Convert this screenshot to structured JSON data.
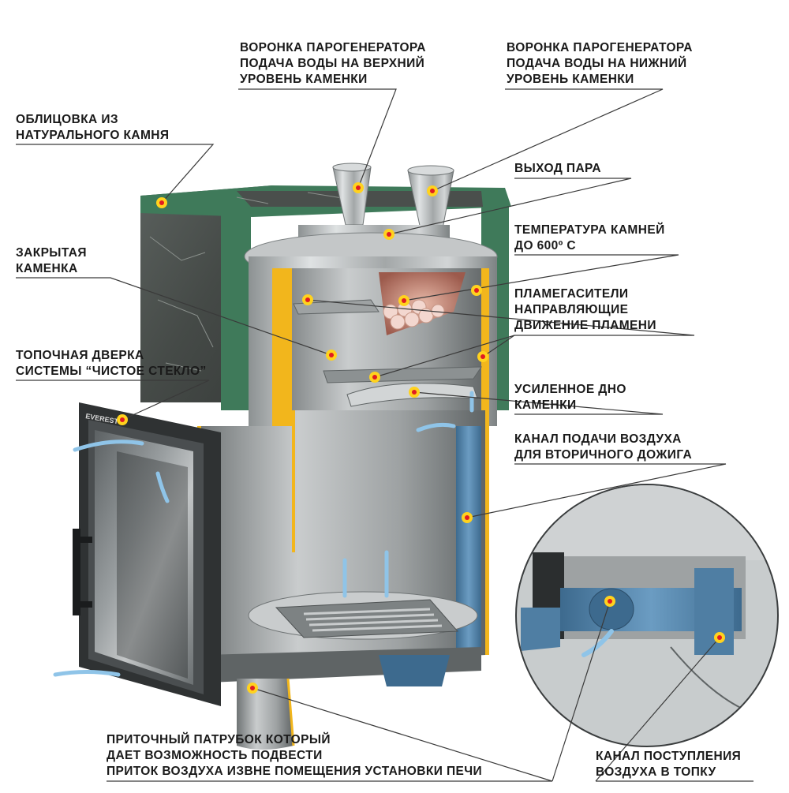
{
  "brand": "EVEREST",
  "labels": {
    "funnel_upper": [
      "ВОРОНКА ПАРОГЕНЕРАТОРА",
      "ПОДАЧА ВОДЫ НА ВЕРХНИЙ",
      "УРОВЕНЬ КАМЕНКИ"
    ],
    "funnel_lower": [
      "ВОРОНКА ПАРОГЕНЕРАТОРА",
      "ПОДАЧА ВОДЫ НА НИЖНИЙ",
      "УРОВЕНЬ КАМЕНКИ"
    ],
    "stone_cladding": [
      "ОБЛИЦОВКА ИЗ",
      "НАТУРАЛЬНОГО КАМНЯ"
    ],
    "steam_outlet": [
      "ВЫХОД ПАРА"
    ],
    "stone_temperature": [
      "ТЕМПЕРАТУРА КАМНЕЙ",
      "ДО 600º С"
    ],
    "closed_heater": [
      "ЗАКРЫТАЯ",
      "КАМЕНКА"
    ],
    "flame_dampers": [
      "ПЛАМЕГАСИТЕЛИ",
      "НАПРАВЛЯЮЩИЕ",
      "ДВИЖЕНИЕ ПЛАМЕНИ"
    ],
    "firebox_door": [
      "ТОПОЧНАЯ ДВЕРКА",
      "СИСТЕМЫ “ЧИСТОЕ СТЕКЛО”"
    ],
    "reinforced_bottom": [
      "УСИЛЕННОЕ ДНО",
      "КАМЕНКИ"
    ],
    "secondary_air_channel": [
      "КАНАЛ ПОДАЧИ ВОЗДУХА",
      "ДЛЯ ВТОРИЧНОГО ДОЖИГА"
    ],
    "inlet_pipe": [
      "ПРИТОЧНЫЙ ПАТРУБОК КОТОРЫЙ",
      "ДАЕТ ВОЗМОЖНОСТЬ ПОДВЕСТИ",
      "ПРИТОК ВОЗДУХА ИЗВНЕ ПОМЕЩЕНИЯ УСТАНОВКИ ПЕЧИ"
    ],
    "firebox_air_channel": [
      "КАНАЛ ПОСТУПЛЕНИЯ",
      "ВОЗДУХА В ТОПКУ"
    ]
  },
  "colors": {
    "text": "#1a1a1a",
    "marker_fill": "#ffd21e",
    "marker_dot": "#e01b22",
    "stone": "#4a4f4c",
    "enamel_green": "#3f7a5a",
    "steel": "#b9bcbd",
    "insulation_yellow": "#f2b61c",
    "air_channel_blue": "#4f7ea3",
    "airflow_arrow": "#8fc4e8"
  }
}
